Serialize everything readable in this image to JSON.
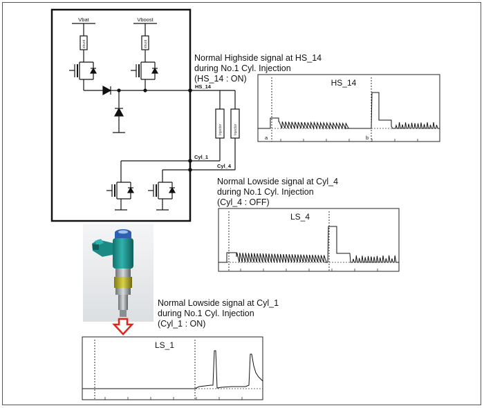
{
  "circuit": {
    "vbat_label": "Vbat",
    "vboost_label": "Vboost",
    "hs_label": "HS_14",
    "cyl1_label": "Cyl_1",
    "cyl4_label": "Cyl_4",
    "resistor_text": "shunt",
    "injector_text": "Injector"
  },
  "captions": {
    "hs14": [
      "Normal Highside signal at HS_14",
      "during No.1 Cyl. Injection",
      "(HS_14 : ON)"
    ],
    "ls4": [
      "Normal Lowside signal at Cyl_4",
      "during No.1 Cyl. Injection",
      "(Cyl_4 : OFF)"
    ],
    "ls1": [
      "Normal Lowside signal at Cyl_1",
      "during No.1 Cyl. Injection",
      "(Cyl_1 : ON)"
    ]
  },
  "scopes": {
    "hs14": {
      "title": "HS_14",
      "marker_a": "a",
      "marker_b": "b"
    },
    "ls4": {
      "title": "LS_4"
    },
    "ls1": {
      "title": "LS_1"
    }
  },
  "colors": {
    "injector_body": "#1f8f8a",
    "injector_cap": "#2f5fb0",
    "injector_collar": "#b3ac2a",
    "arrow": "#e3241b"
  }
}
